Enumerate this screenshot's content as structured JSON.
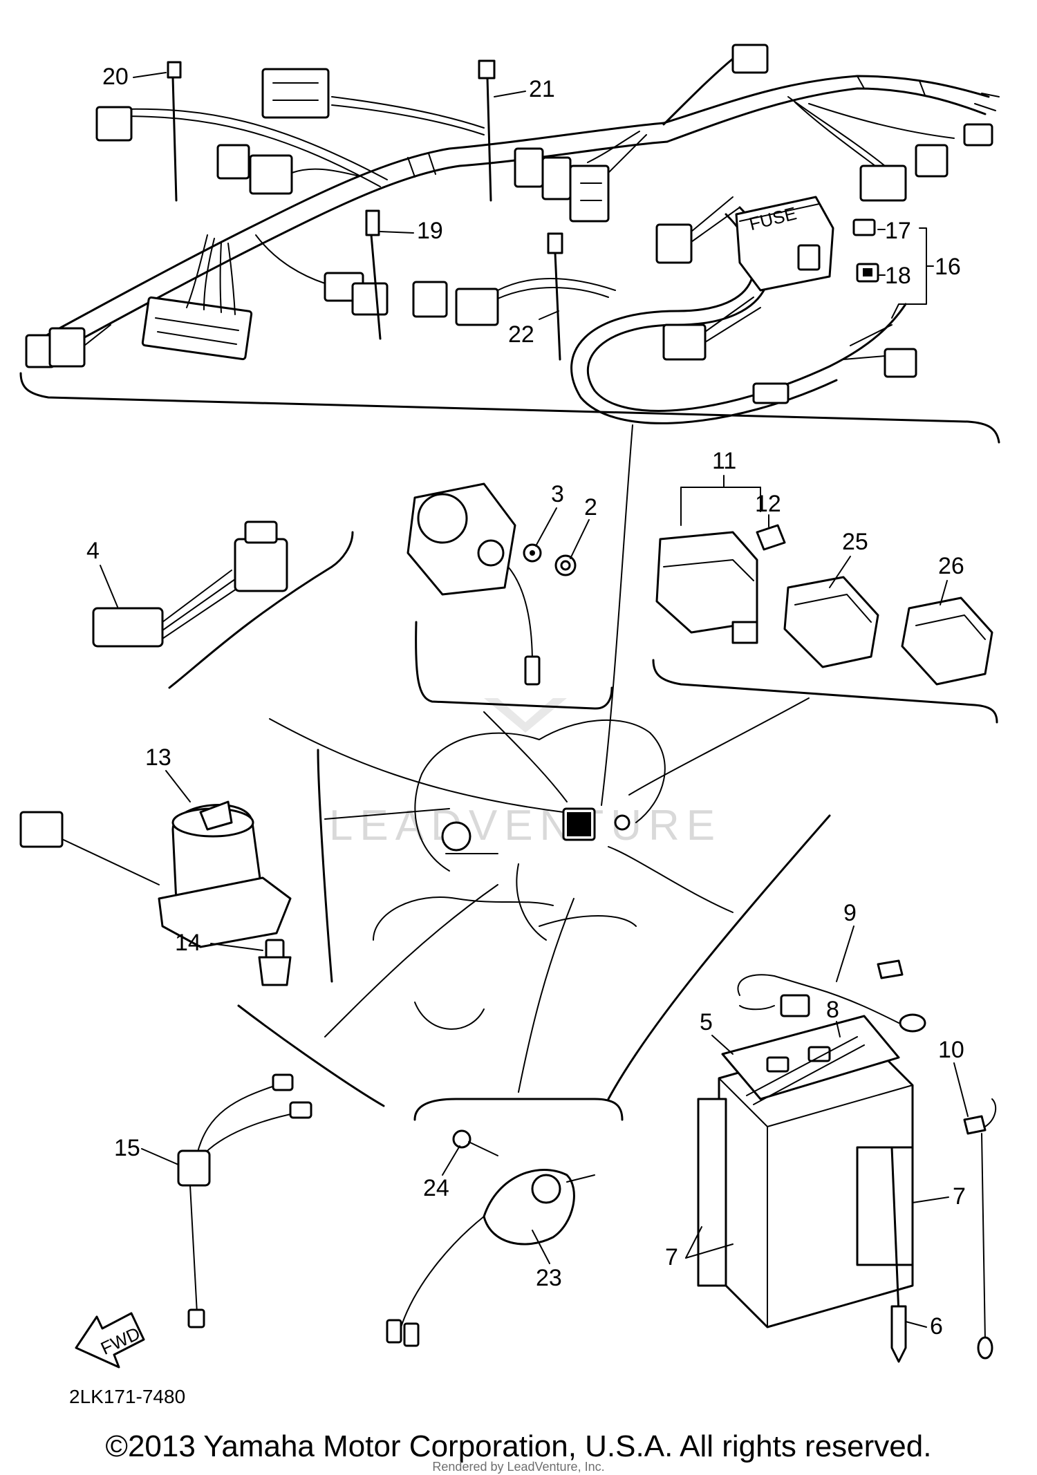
{
  "callouts": [
    "2",
    "3",
    "4",
    "5",
    "6",
    "7",
    "7",
    "7",
    "8",
    "9",
    "10",
    "11",
    "12",
    "13",
    "14",
    "15",
    "16",
    "17",
    "18",
    "19",
    "20",
    "21",
    "22",
    "23",
    "24",
    "25",
    "26"
  ],
  "fuse_box_label": "FUSE",
  "fwd_label": "FWD",
  "part_code": "2LK171-7480",
  "watermark": "LEADVENTURE",
  "copyright": "©2013 Yamaha Motor Corporation, U.S.A. All rights reserved.",
  "rendered_by": "Rendered by LeadVenture, Inc."
}
